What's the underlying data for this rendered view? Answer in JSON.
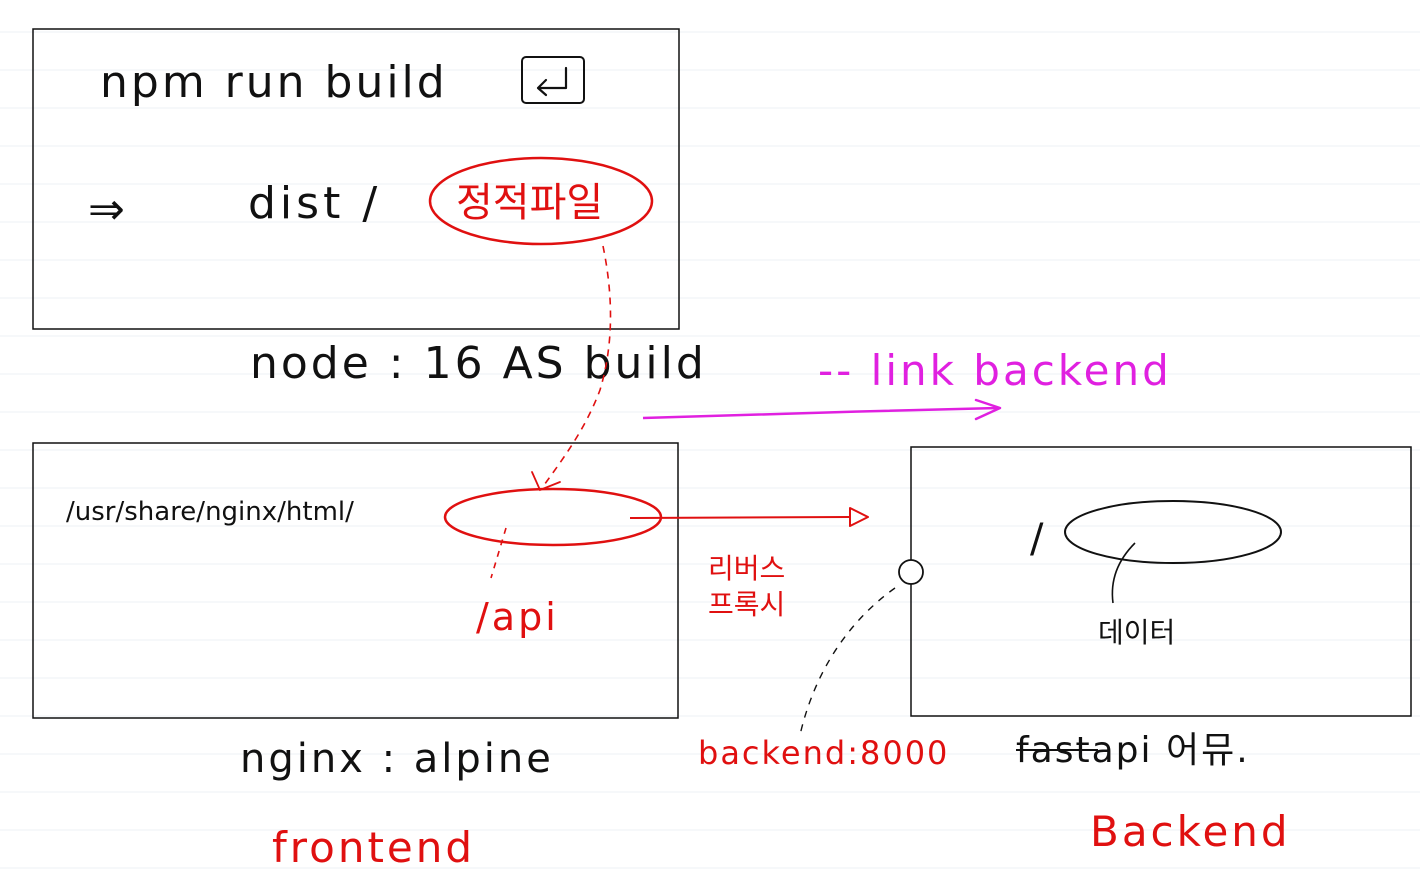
{
  "colors": {
    "ink": "#111111",
    "red": "#e01010",
    "magenta": "#e020e0",
    "ruling": "#eef1f4"
  },
  "build_stage": {
    "command": "npm run build",
    "enter_key_glyph": "↵",
    "arrow_glyph": "⇒",
    "dist": "dist /",
    "static_files": "정적파일",
    "image_label": "node : 16  AS build"
  },
  "link": {
    "label": "-- link backend"
  },
  "frontend": {
    "path": "/usr/share/nginx/html/",
    "api": "/api",
    "reverse_proxy_line1": "리버스",
    "reverse_proxy_line2": "프록시",
    "image_label": "nginx : alpine",
    "name": "frontend"
  },
  "backend": {
    "slash": "/",
    "data": "데이터",
    "port_label": "backend:8000",
    "image_label": "fastapi 어뮤.",
    "name": "Backend"
  }
}
